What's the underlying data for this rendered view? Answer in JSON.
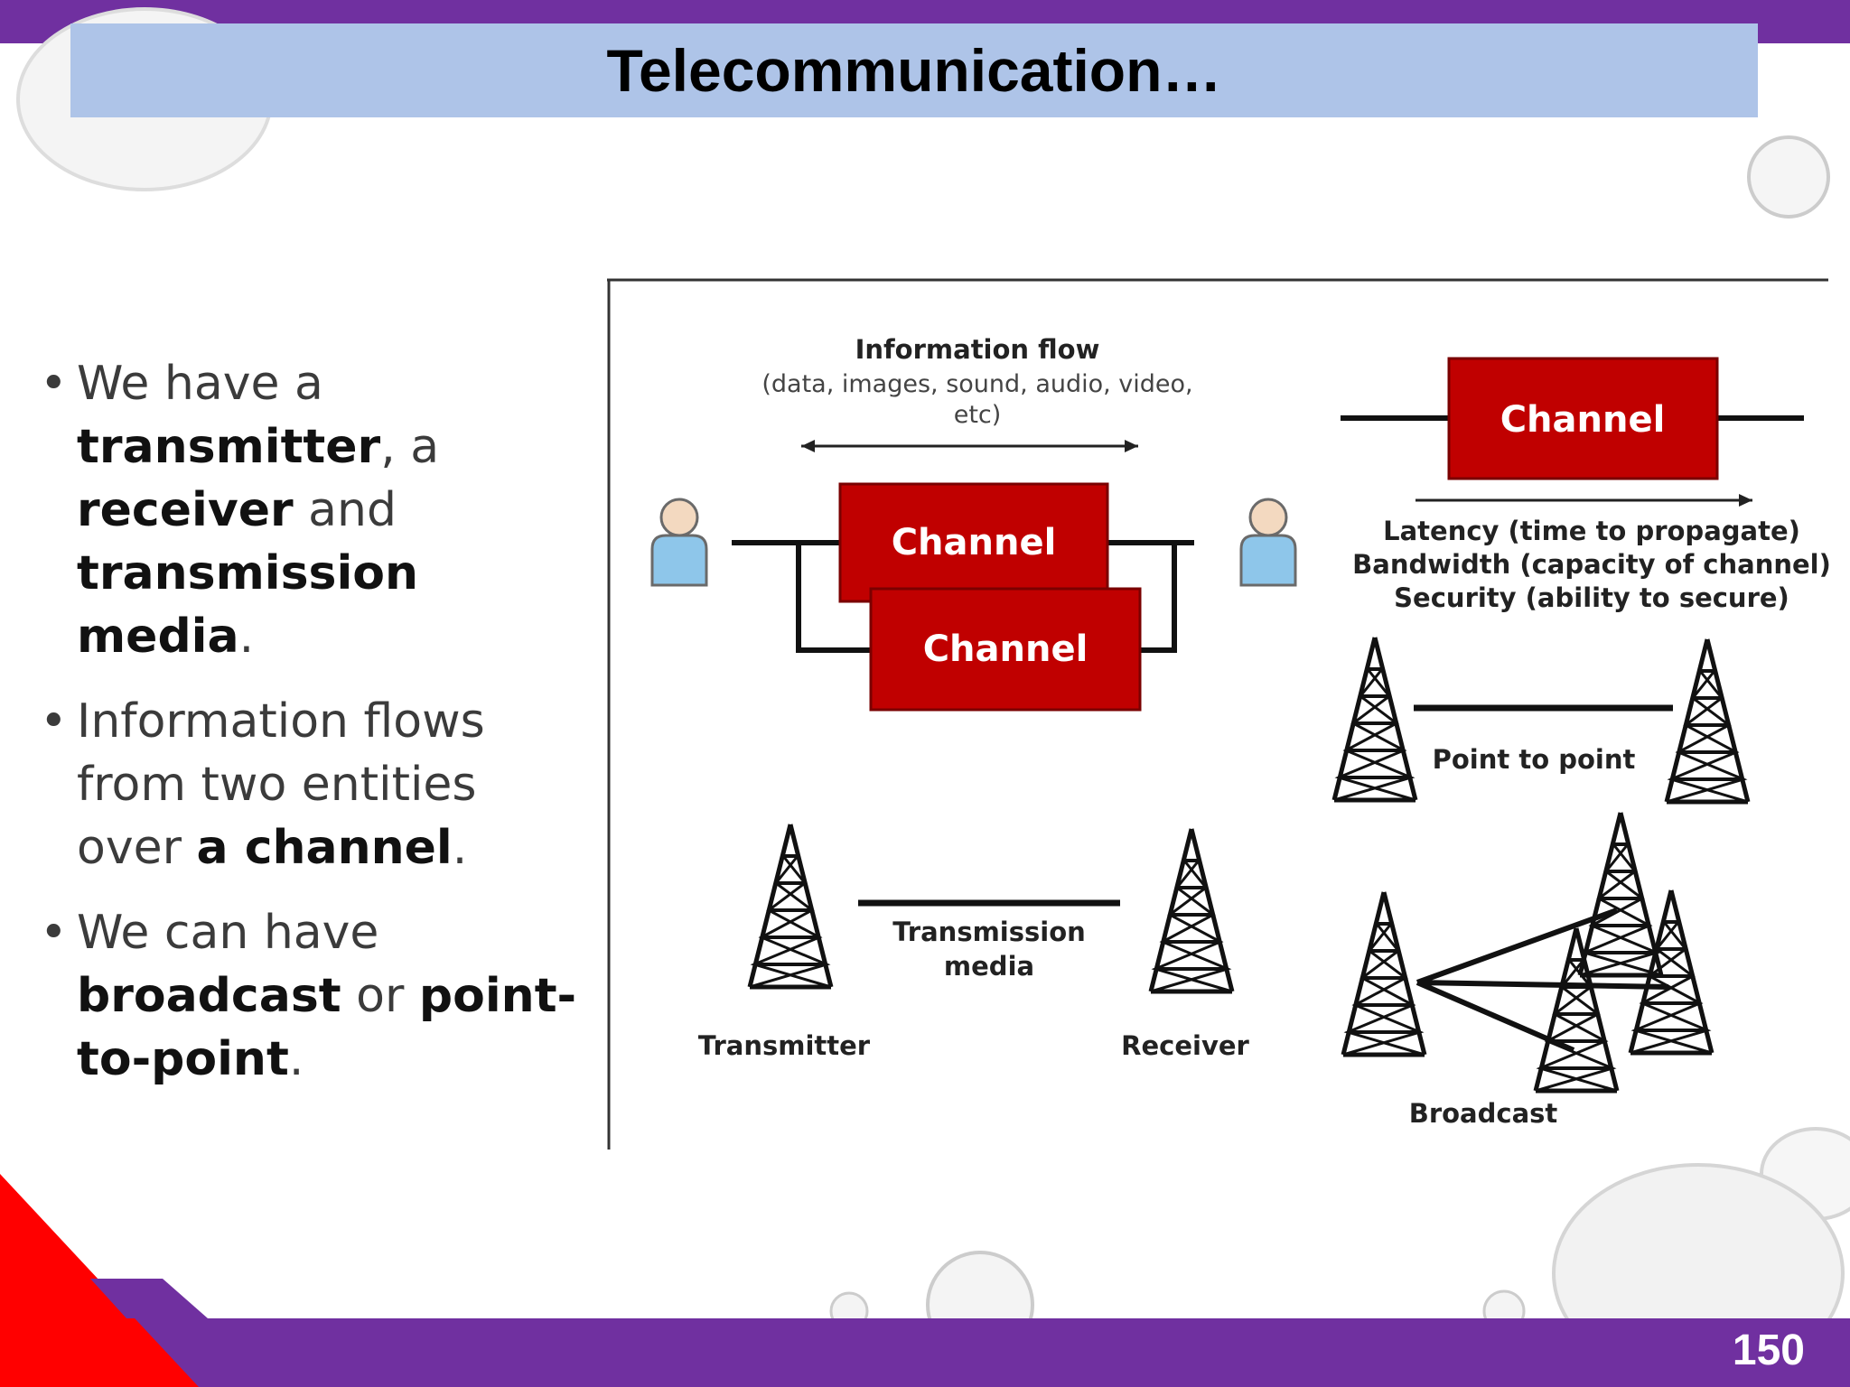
{
  "slide": {
    "title": "Telecommunication…",
    "page_number": "150",
    "accent_colors": {
      "band": "#7030a0",
      "title_bar": "#aec4e8",
      "corner": "#ff0000",
      "channel_box": "#c00000"
    }
  },
  "bullets": [
    {
      "parts": [
        {
          "t": "We have a ",
          "b": false
        },
        {
          "t": "transmitter",
          "b": true
        },
        {
          "t": ", a ",
          "b": false
        },
        {
          "t": "receiver",
          "b": true
        },
        {
          "t": " and ",
          "b": false
        },
        {
          "t": "transmission media",
          "b": true
        },
        {
          "t": ".",
          "b": false
        }
      ]
    },
    {
      "parts": [
        {
          "t": "Information flows from two entities over ",
          "b": false
        },
        {
          "t": "a channel",
          "b": true
        },
        {
          "t": ".",
          "b": false
        }
      ]
    },
    {
      "parts": [
        {
          "t": "We can have ",
          "b": false
        },
        {
          "t": "broadcast",
          "b": true
        },
        {
          "t": " or ",
          "b": false
        },
        {
          "t": "point-to-point",
          "b": true
        },
        {
          "t": ".",
          "b": false
        }
      ]
    }
  ],
  "diagram": {
    "info_flow_title": "Information flow",
    "info_flow_sub1": "(data, images, sound, audio, video,",
    "info_flow_sub2": "etc)",
    "channel_label": "Channel",
    "latency": "Latency (time to propagate)",
    "bandwidth": "Bandwidth (capacity of channel)",
    "security": "Security (ability to secure)",
    "point_to_point": "Point to point",
    "transmission_media_1": "Transmission",
    "transmission_media_2": "media",
    "transmitter": "Transmitter",
    "receiver": "Receiver",
    "broadcast": "Broadcast",
    "icons": [
      "person-icon",
      "tower-icon"
    ]
  }
}
